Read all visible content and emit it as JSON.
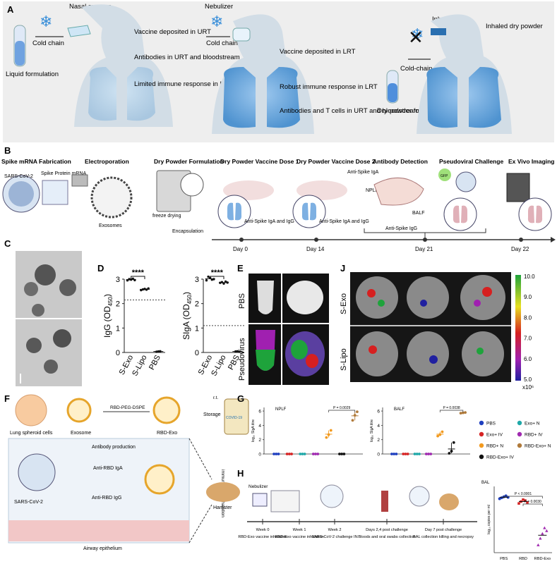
{
  "panels": {
    "A": "A",
    "B": "B",
    "C": "C",
    "D": "D",
    "E": "E",
    "F": "F",
    "G": "G",
    "H": "H",
    "J": "J"
  },
  "panelA": {
    "nasal": {
      "device": "Nasal sprayer",
      "cold": "Cold chain",
      "formulation": "Liquid formulation",
      "notes": [
        "Vaccine deposited in URT",
        "Antibodies in URT and bloodstream",
        "Limited immune response in LRT"
      ]
    },
    "nebulizer": {
      "device": "Nebulizer",
      "cold": "Cold chain",
      "notes": [
        "Vaccine deposited in LRT",
        "Robust immune response in LRT",
        "Antibodies and T cells in URT and bloodstream"
      ]
    },
    "inhaler": {
      "device": "Inhaler",
      "cold": "Cold-chain free",
      "formulation": "Dry-powder formulation",
      "notes": [
        "Inhaled dry powder"
      ]
    }
  },
  "panelB": {
    "headings": [
      "Spike mRNA Fabrication",
      "Electroporation",
      "Dry Powder Formulation",
      "Dry Powder Vaccine Dose 1",
      "Dry Powder Vaccine Dose 2",
      "Antibody Detection",
      "Pseudoviral Challenge",
      "Ex Vivo Imaging"
    ],
    "labels": {
      "virus": "SARS-CoV-2",
      "spike": "Spike Protein mRNA",
      "exosomes": "Exosomes",
      "freeze": "freeze drying",
      "encap": "Encapsulation",
      "iga1": "Anti-Spike IgA and IgG",
      "iga2": "Anti-Spike IgA and IgG",
      "antiIgA": "Anti-Spike IgA",
      "nplf": "NPLF",
      "balf": "BALF",
      "antiIgG": "Anti-Spike IgG",
      "gfp": "GFP"
    },
    "days": [
      "Day 0",
      "Day 14",
      "Day 21",
      "Day 22"
    ]
  },
  "panelD": {
    "charts": [
      {
        "ylabel": "IgG (OD",
        "sub": "450",
        "ylabel_end": ")",
        "categories": [
          "S-Exo",
          "S-Lipo",
          "PBS"
        ],
        "ylim": [
          0,
          3
        ],
        "ticks": [
          "0",
          "1",
          "2",
          "3"
        ],
        "dotted": 2.15,
        "values": [
          [
            2.95,
            3.0,
            2.98,
            3.02,
            2.96
          ],
          [
            2.55,
            2.58,
            2.6,
            2.57,
            2.62
          ],
          [
            0.03,
            0.04,
            0.05
          ]
        ],
        "sig": "****"
      },
      {
        "ylabel": "SIgA (OD",
        "sub": "450",
        "ylabel_end": ")",
        "categories": [
          "S-Exo",
          "S-Lipo",
          "PBS"
        ],
        "ylim": [
          0,
          3
        ],
        "ticks": [
          "0",
          "1",
          "2",
          "3"
        ],
        "dotted": 1.1,
        "values": [
          [
            2.95,
            3.1,
            3.05,
            2.98,
            3.0
          ],
          [
            2.85,
            2.88,
            2.82,
            2.9,
            2.86
          ],
          [
            0.04,
            0.05,
            0.03
          ]
        ],
        "sig": "****"
      }
    ]
  },
  "panelE": {
    "rows": [
      "PBS",
      "Pseudovirus"
    ]
  },
  "panelJ": {
    "rows": [
      "S-Exo",
      "S-Lipo"
    ],
    "scale": [
      "10.0",
      "9.0",
      "8.0",
      "7.0",
      "6.0",
      "5.0"
    ],
    "unit": "x10⁶"
  },
  "panelF": {
    "labels": {
      "lung": "Lung spheroid cells",
      "exosome": "Exosome",
      "rbdpeg": "RBD-PEG-DSPE",
      "rbdexo": "RBD-Exo",
      "storage": "Storage",
      "rt": "r.t.",
      "vial": "COVID-19",
      "immun": "immunization inhalation",
      "hamster": "Hamster",
      "ab": "Antibody production",
      "iga": "Anti-RBD IgA",
      "igg": "Anti-RBD IgG",
      "sars": "SARS-CoV-2",
      "airway": "Airway epithelium"
    }
  },
  "panelG": {
    "legend": [
      {
        "name": "PBS",
        "color": "#1f3fbf"
      },
      {
        "name": "Exo+ N",
        "color": "#1fa8a8"
      },
      {
        "name": "Exo+ IV",
        "color": "#d62424"
      },
      {
        "name": "RBD+ IV",
        "color": "#a02ab0"
      },
      {
        "name": "RBD+ N",
        "color": "#f29a1f"
      },
      {
        "name": "RBD-Exo+ N",
        "color": "#b07a3a"
      },
      {
        "name": "RBD-Exo+ IV",
        "color": "#111111"
      }
    ],
    "charts": [
      {
        "title": "NPLF",
        "ylabel": "log₁₀ SIgA titre",
        "ticks": [
          "0",
          "2",
          "4",
          "6"
        ],
        "ylim": [
          0,
          6.5
        ],
        "pval": "P = 0.0029",
        "groups": [
          {
            "color": "#1f3fbf",
            "values": [
              0,
              0,
              0
            ]
          },
          {
            "color": "#d62424",
            "values": [
              0,
              0,
              0
            ]
          },
          {
            "color": "#1fa8a8",
            "values": [
              0,
              0,
              0
            ]
          },
          {
            "color": "#a02ab0",
            "values": [
              0,
              0,
              0
            ]
          },
          {
            "color": "#f29a1f",
            "values": [
              2.3,
              2.7,
              3.3
            ]
          },
          {
            "color": "#111111",
            "values": [
              0,
              0,
              0
            ]
          },
          {
            "color": "#b07a3a",
            "values": [
              4.7,
              5.4,
              5.9
            ]
          }
        ]
      },
      {
        "title": "BALF",
        "ylabel": "log₁₀ SIgA titre",
        "ticks": [
          "0",
          "2",
          "4",
          "6"
        ],
        "ylim": [
          0,
          6.5
        ],
        "pval": "P = 0.0038",
        "groups": [
          {
            "color": "#1f3fbf",
            "values": [
              0,
              0,
              0
            ]
          },
          {
            "color": "#d62424",
            "values": [
              0,
              0,
              0
            ]
          },
          {
            "color": "#1fa8a8",
            "values": [
              0,
              0,
              0
            ]
          },
          {
            "color": "#a02ab0",
            "values": [
              0,
              0,
              0
            ]
          },
          {
            "color": "#f29a1f",
            "values": [
              2.5,
              2.7,
              3.1
            ]
          },
          {
            "color": "#111111",
            "values": [
              0.1,
              0.4,
              1.6
            ]
          },
          {
            "color": "#b07a3a",
            "values": [
              5.7,
              5.75,
              5.8
            ]
          }
        ]
      }
    ]
  },
  "panelH": {
    "labels": {
      "neb": "Nebulizer"
    },
    "timeline": [
      {
        "week": "Week 0",
        "desc": "RBD-Exo vaccine inhalation"
      },
      {
        "week": "Week 1",
        "desc": "RBD-Exo vaccine inhalation"
      },
      {
        "week": "Week 2",
        "desc": "SARS-CoV-2 challenge IN"
      },
      {
        "week": "Days 2,4 post challenge",
        "desc": "Bloods and oral swabs collection"
      },
      {
        "week": "Day 7 post challenge",
        "desc": "BAL collection killing and necropsy"
      }
    ],
    "chart": {
      "title": "BAL",
      "ylabel": "log₁₀ copies per ml",
      "categories": [
        "PBS",
        "RBD",
        "RBD-Exo"
      ],
      "p1": "P < 0.0001",
      "p2": "P = 0.0030",
      "groups": [
        {
          "color": "#1f3fbf",
          "values": [
            5.7,
            5.8,
            5.9,
            6.0,
            5.85
          ]
        },
        {
          "color": "#d62424",
          "values": [
            5.2,
            5.4,
            5.6,
            5.5,
            5.3
          ]
        },
        {
          "color": "#a02ab0",
          "values": [
            0.8,
            1.5,
            2.0,
            2.6,
            2.3
          ]
        }
      ]
    }
  }
}
